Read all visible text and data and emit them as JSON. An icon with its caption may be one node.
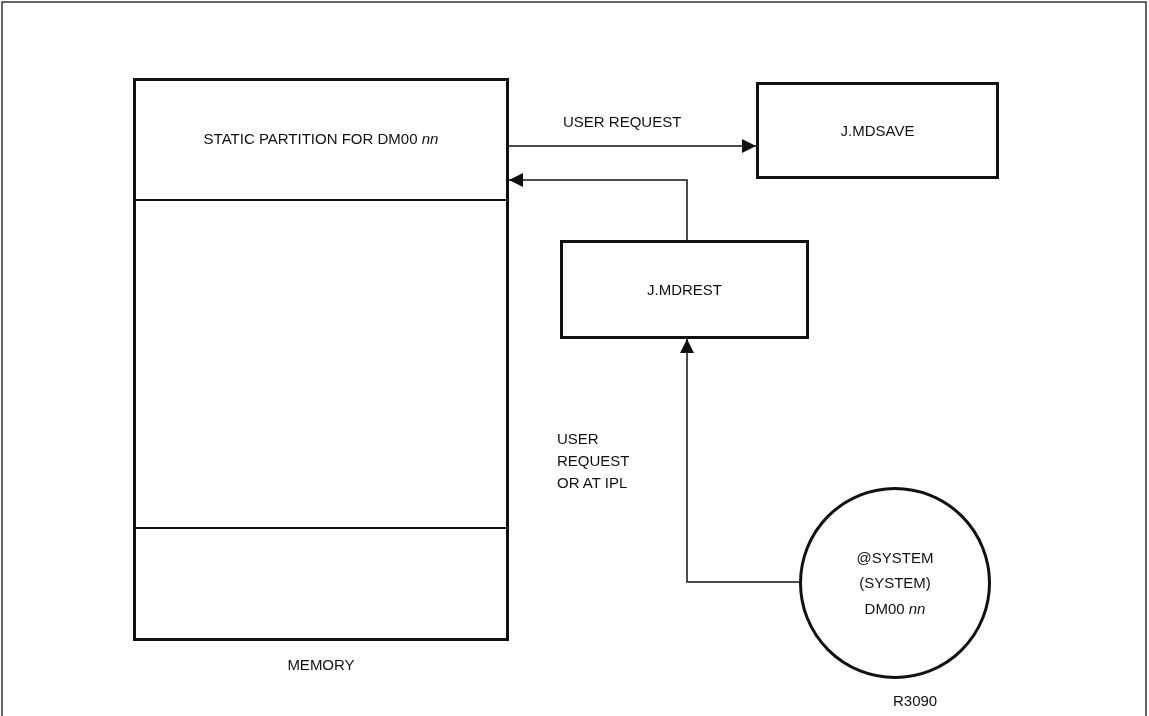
{
  "diagram": {
    "nodes": [
      {
        "text": [
          "MEMORY"
        ]
      },
      {
        "text": [
          "STATIC PARTITION FOR DM00 *nn*"
        ],
        "in": 0
      },
      {
        "text": [],
        "shape": "box",
        "in": 0
      },
      {
        "text": [
          "J.MDSAVE"
        ]
      },
      {
        "text": [
          "J.MDREST"
        ]
      },
      {
        "text": [
          "@SYSTEM (SYSTEM) DM00 *nn*"
        ]
      }
    ],
    "edges": [
      {
        "from": 1,
        "to": 3,
        "arrow": "to",
        "label": "USER REQUEST"
      },
      {
        "from": 4,
        "to": 1,
        "arrow": "to"
      },
      {
        "from": 5,
        "to": 4,
        "arrow": "to",
        "label": "USER REQUEST OR AT IPL"
      }
    ],
    "labels": [
      "R3090"
    ]
  }
}
